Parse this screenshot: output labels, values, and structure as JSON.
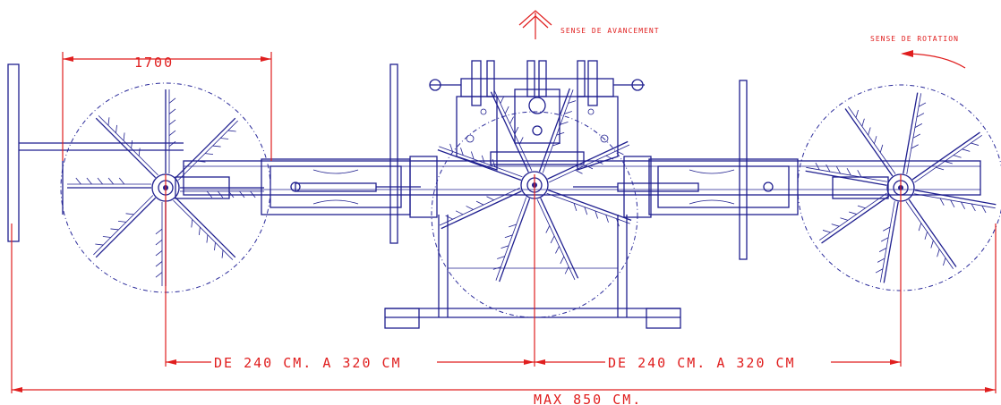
{
  "annotations": {
    "wheel_dimension": "1700",
    "direction_of_travel": "SENSE DE AVANCEMENT",
    "direction_of_rotation": "SENSE DE ROTATION",
    "left_spacing": "DE 240 CM. A 320 CM",
    "right_spacing": "DE 240 CM. A 320 CM",
    "overall_width": "MAX 850 CM."
  },
  "colors": {
    "machine_lines": "#1f1f8f",
    "dimension_lines": "#e01e1e",
    "background": "#ffffff"
  },
  "components": {
    "rotor_count": 3,
    "tines_per_rotor": 8
  }
}
